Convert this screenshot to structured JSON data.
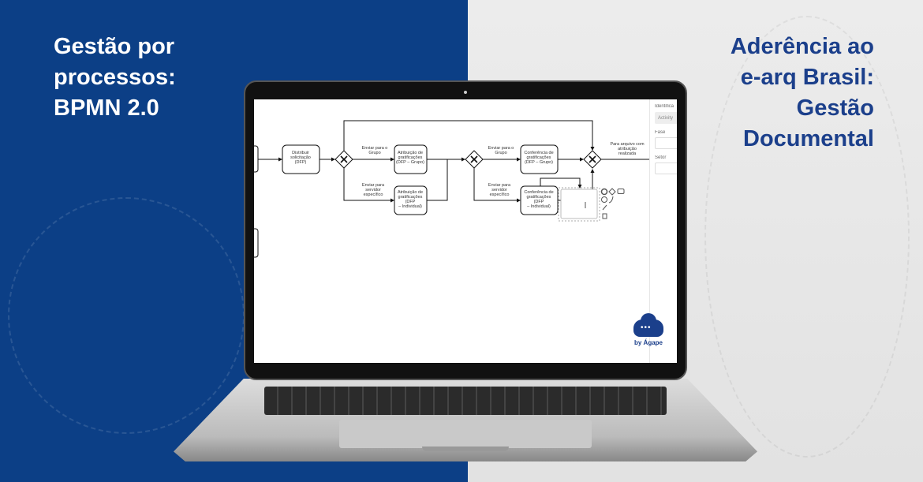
{
  "headline_left": [
    "Gestão por",
    "processos:",
    "BPMN 2.0"
  ],
  "headline_right": [
    "Aderência ao",
    "e-arq Brasil:",
    "Gestão",
    "Documental"
  ],
  "diagram": {
    "tasks": [
      [
        "Distribuir",
        "solicitação",
        "(DFP)"
      ],
      [
        "Atribuição de",
        "gratificações",
        "(DFP – Grupo)"
      ],
      [
        "Atribuição de",
        "gratificações",
        "(DFP",
        "– Individual)"
      ],
      [
        "Conferência de",
        "gratificações",
        "(DFP – Grupo)"
      ],
      [
        "Conferência de",
        "gratificações",
        "(DFP",
        "– Individual)"
      ]
    ],
    "labels": {
      "group1": [
        "Enviar para o",
        "Grupo"
      ],
      "individual1": [
        "Enviar para",
        "servidor",
        "específico"
      ],
      "group2": [
        "Enviar para o",
        "Grupo"
      ],
      "individual2": [
        "Enviar para",
        "servidor",
        "específico"
      ],
      "end": [
        "Para arquivo com",
        "atribuição",
        "realizada"
      ]
    }
  },
  "panel": {
    "id_label": "Identifica",
    "id_value": "Activity",
    "fase_label": "Fase",
    "setor_label": "Setor"
  },
  "logo": {
    "text": "by Ágape",
    "brand_color": "#1b3f8b"
  },
  "colors": {
    "left_bg": "#0c3f86",
    "right_bg": "#e9e9e9",
    "right_headline": "#1b3f8b"
  }
}
